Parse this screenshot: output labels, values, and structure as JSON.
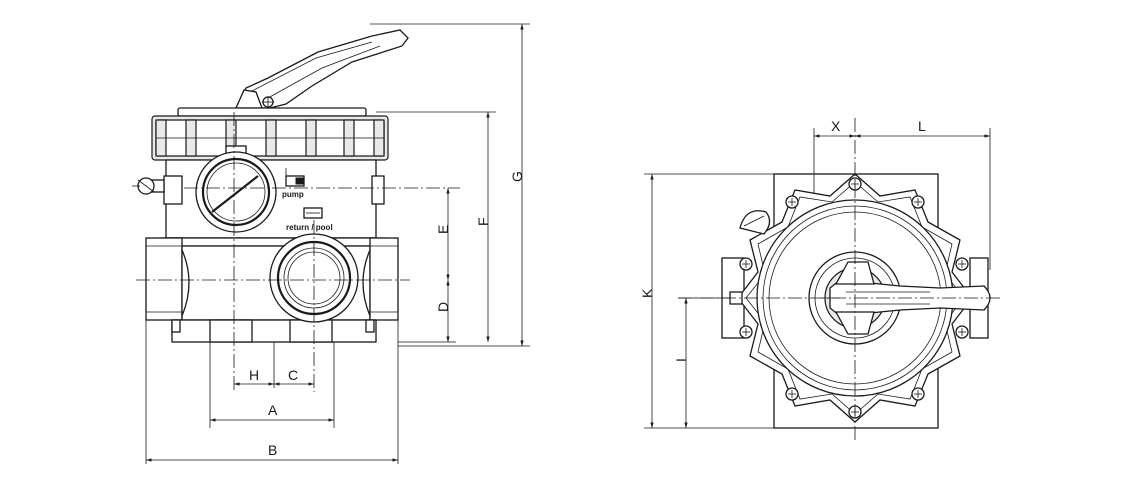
{
  "labels": {
    "pump": "pump",
    "return_pool": "return / pool"
  },
  "dimensions": {
    "A": "A",
    "B": "B",
    "C": "C",
    "D": "D",
    "E": "E",
    "F": "F",
    "G": "G",
    "H": "H",
    "I": "I",
    "K": "K",
    "L": "L",
    "X": "X"
  }
}
